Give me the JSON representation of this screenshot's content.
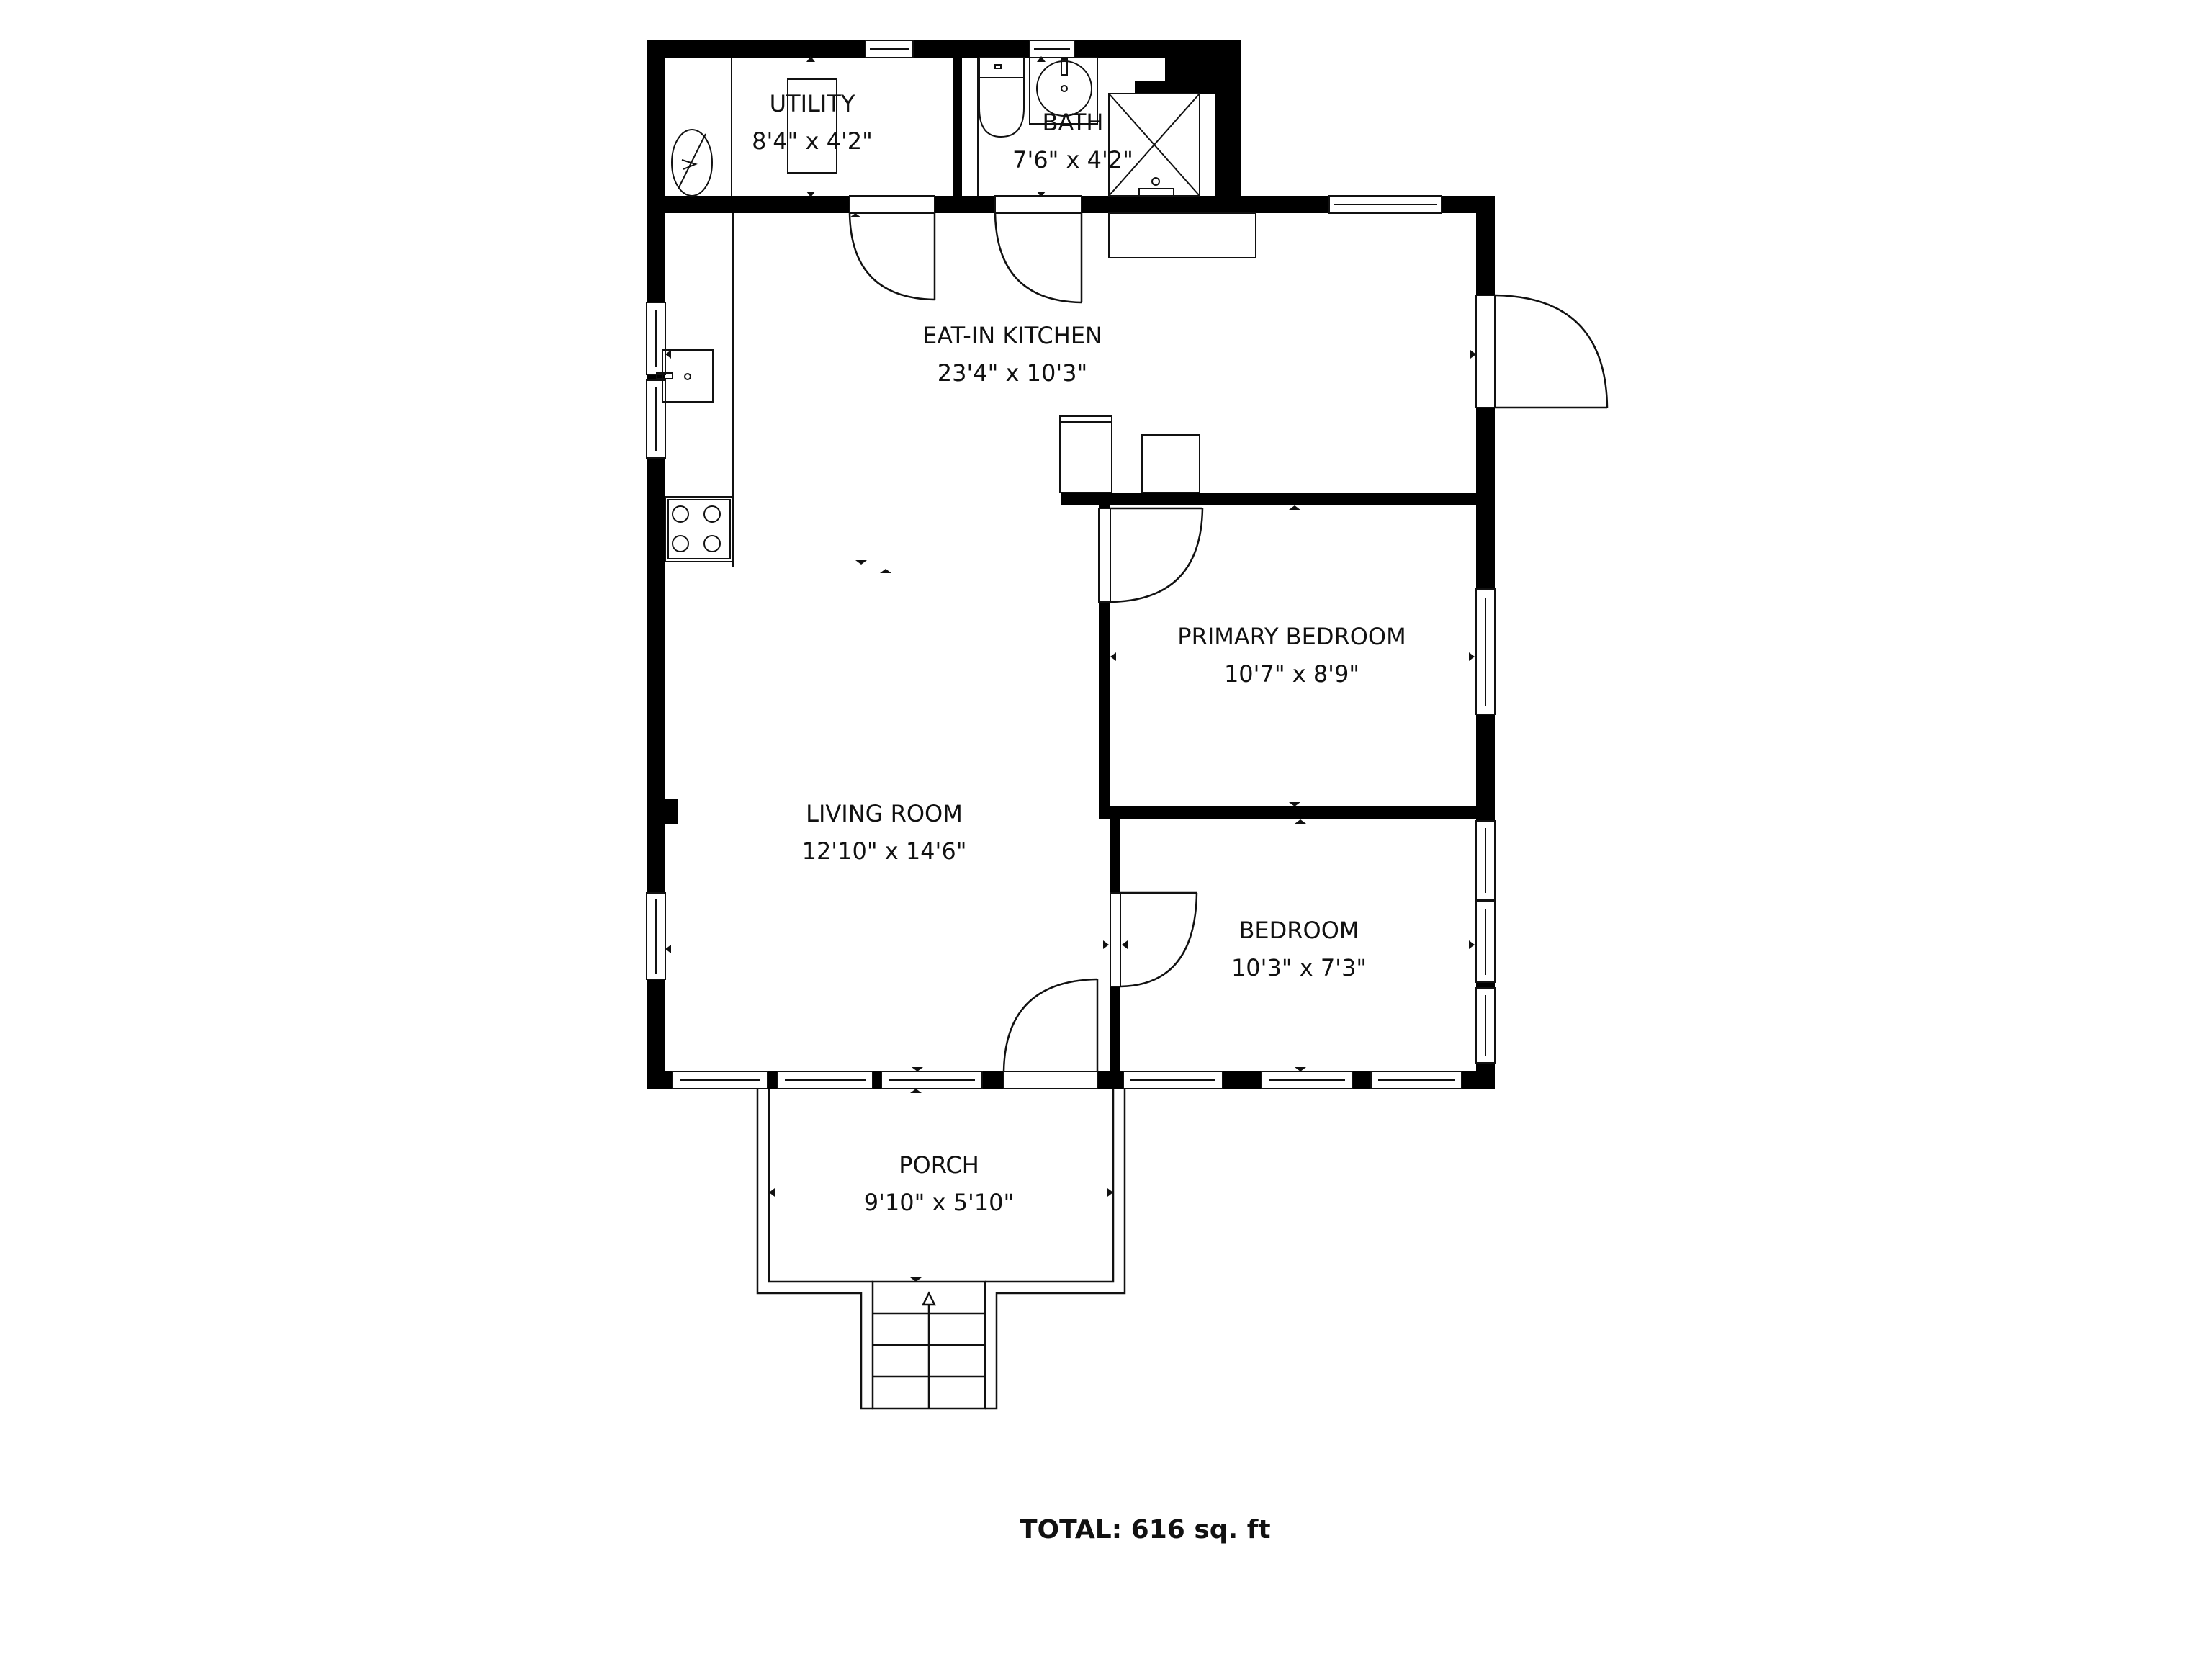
{
  "colors": {
    "wall": "#000000",
    "line": "#111111",
    "background": "#ffffff"
  },
  "rooms": [
    {
      "id": "utility",
      "name": "UTILITY",
      "dims": "8'4\" x 4'2\""
    },
    {
      "id": "bath",
      "name": "BATH",
      "dims": "7'6\" x 4'2\""
    },
    {
      "id": "kitchen",
      "name": "EAT-IN KITCHEN",
      "dims": "23'4\" x 10'3\""
    },
    {
      "id": "primary",
      "name": "PRIMARY BEDROOM",
      "dims": "10'7\" x 8'9\""
    },
    {
      "id": "living",
      "name": "LIVING ROOM",
      "dims": "12'10\" x 14'6\""
    },
    {
      "id": "bedroom",
      "name": "BEDROOM",
      "dims": "10'3\" x 7'3\""
    },
    {
      "id": "porch",
      "name": "PORCH",
      "dims": "9'10\" x 5'10\""
    }
  ],
  "total": {
    "label": "TOTAL: 616 sq. ft"
  },
  "icons": {
    "water_heater": "water-heater-icon",
    "toilet": "toilet-icon",
    "sink": "sink-icon",
    "shower": "shower-icon",
    "stove": "stove-icon",
    "kitchen_sink": "kitchen-sink-icon",
    "stairs": "stairs-icon"
  }
}
